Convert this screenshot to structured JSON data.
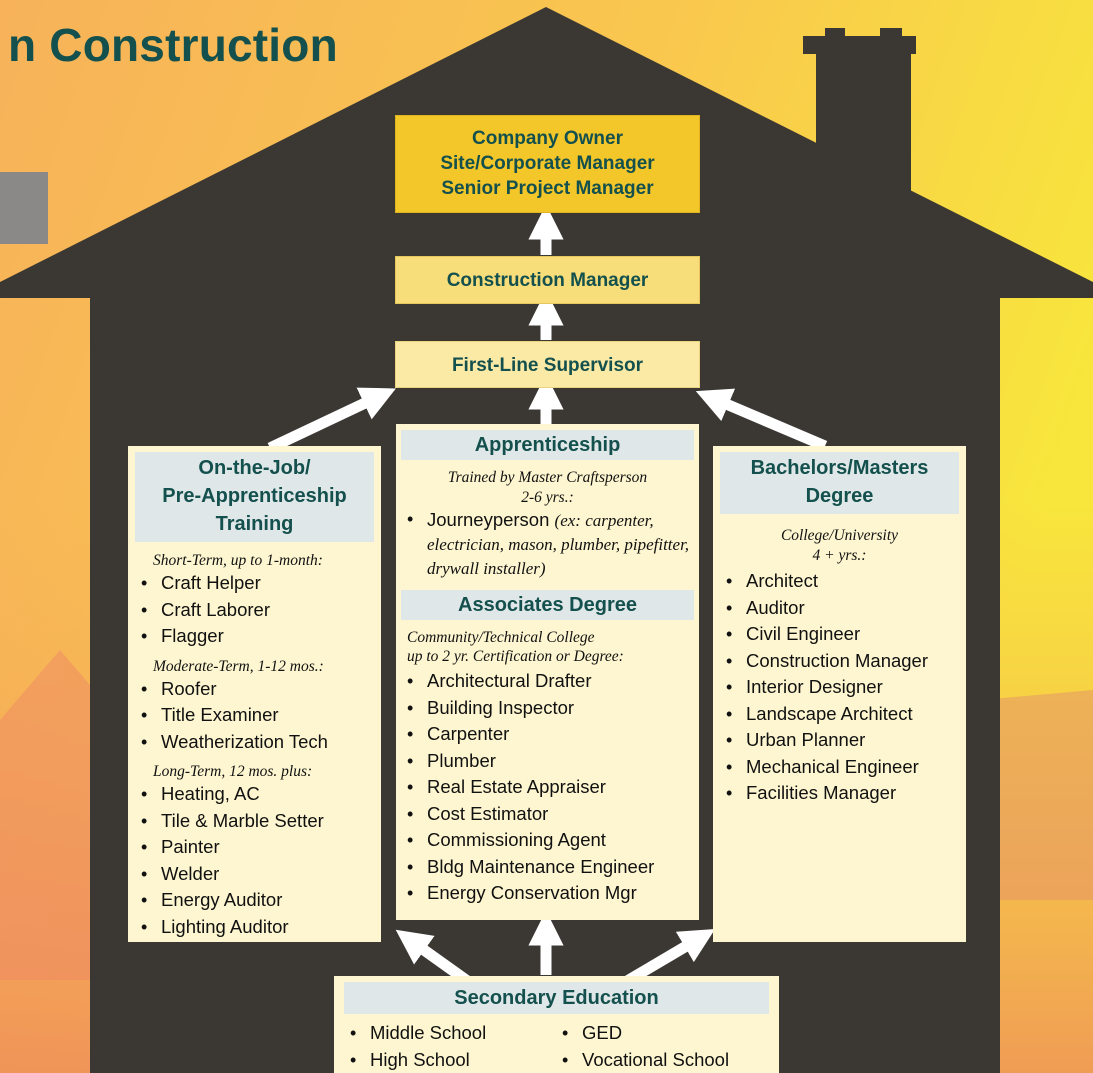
{
  "title": "n Construction",
  "colors": {
    "house": "#3b3834",
    "heading": "#14504d",
    "panel": "#fdf6d0",
    "header_bg": "#dfe7e8"
  },
  "levels": {
    "top": [
      "Company Owner",
      "Site/Corporate Manager",
      "Senior Project Manager"
    ],
    "construction_manager": "Construction Manager",
    "first_line": "First-Line Supervisor"
  },
  "left": {
    "title_lines": [
      "On-the-Job/",
      "Pre-Apprenticeship",
      "Training"
    ],
    "groups": [
      {
        "label": "Short-Term, up to 1-month:",
        "items": [
          "Craft Helper",
          "Craft Laborer",
          "Flagger"
        ]
      },
      {
        "label": "Moderate-Term, 1-12 mos.:",
        "items": [
          "Roofer",
          "Title Examiner",
          "Weatherization Tech"
        ]
      },
      {
        "label": "Long-Term, 12 mos. plus:",
        "items": [
          "Heating, AC",
          "Tile & Marble Setter",
          "Painter",
          "Welder",
          "Energy Auditor",
          "Lighting Auditor"
        ]
      }
    ]
  },
  "center": {
    "apprenticeship": {
      "title": "Apprenticeship",
      "label_1": "Trained by Master Craftsperson",
      "label_2": "2-6 yrs.:",
      "item": "Journeyperson",
      "item_note": "(ex: carpenter, electrician, mason, plumber, pipefitter, drywall installer)"
    },
    "associates": {
      "title": "Associates Degree",
      "label_1": "Community/Technical College",
      "label_2": "up to 2 yr. Certification or Degree:",
      "items": [
        "Architectural Drafter",
        "Building Inspector",
        "Carpenter",
        "Plumber",
        "Real Estate Appraiser",
        "Cost Estimator",
        "Commissioning Agent",
        "Bldg Maintenance Engineer",
        "Energy Conservation Mgr"
      ]
    }
  },
  "right": {
    "title_lines": [
      "Bachelors/Masters",
      "Degree"
    ],
    "label_1": "College/University",
    "label_2": "4 + yrs.:",
    "items": [
      "Architect",
      "Auditor",
      "Civil Engineer",
      "Construction Manager",
      "Interior Designer",
      "Landscape Architect",
      "Urban Planner",
      "Mechanical Engineer",
      "Facilities Manager"
    ]
  },
  "bottom": {
    "title": "Secondary Education",
    "col1": [
      "Middle School",
      "High School"
    ],
    "col2": [
      "GED",
      "Vocational School"
    ]
  }
}
